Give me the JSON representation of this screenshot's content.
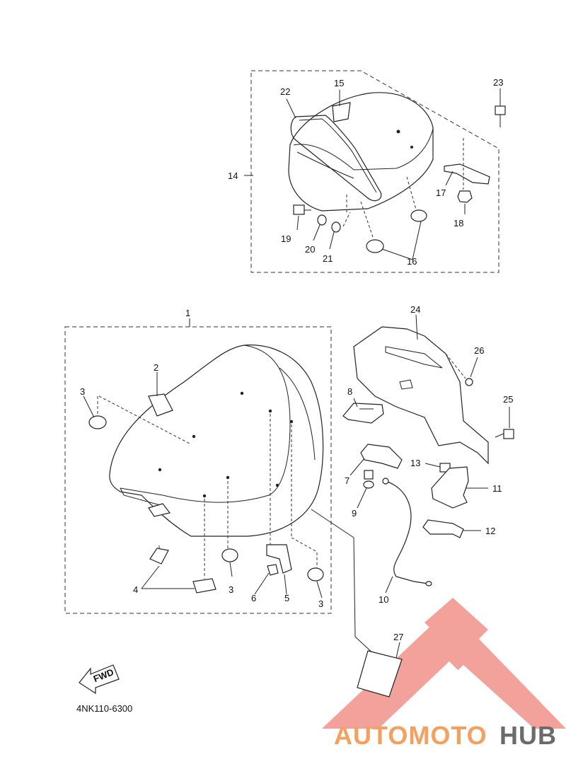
{
  "diagram_code": "4NK110-6300",
  "fwd_label": "FWD",
  "watermark": {
    "part_a": "AUTOMOTO",
    "part_b": "HUB",
    "color_a": "#f4a05f",
    "color_b": "#6b6b6b",
    "logo_color": "#f08a82"
  },
  "parts": {
    "p1": "1",
    "p2": "2",
    "p3a": "3",
    "p3b": "3",
    "p3c": "3",
    "p4": "4",
    "p5": "5",
    "p6": "6",
    "p7": "7",
    "p8": "8",
    "p9": "9",
    "p10": "10",
    "p11": "11",
    "p12": "12",
    "p13": "13",
    "p14": "14",
    "p15": "15",
    "p16": "16",
    "p17": "17",
    "p18": "18",
    "p19": "19",
    "p20": "20",
    "p21": "21",
    "p22": "22",
    "p23": "23",
    "p24": "24",
    "p25": "25",
    "p26": "26",
    "p27": "27"
  }
}
